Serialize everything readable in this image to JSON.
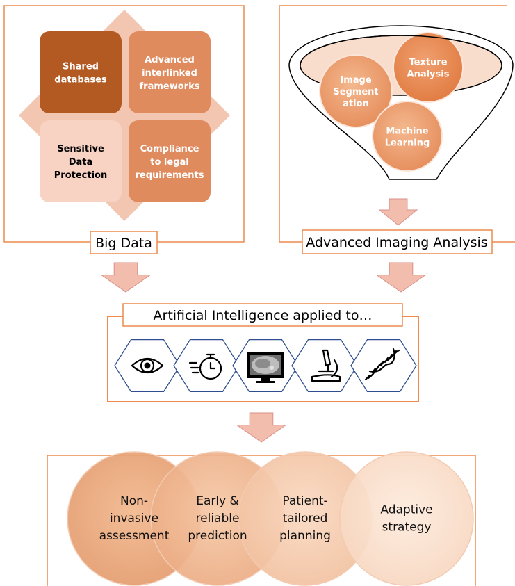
{
  "big_data": {
    "label": "Big Data",
    "tiles": [
      {
        "lines": [
          "Shared",
          "databases"
        ],
        "color": "#b35a22",
        "text_color": "#ffffff"
      },
      {
        "lines": [
          "Advanced",
          "interlinked",
          "frameworks"
        ],
        "color": "#e08b5e",
        "text_color": "#ffffff"
      },
      {
        "lines": [
          "Sensitive",
          "Data",
          "Protection"
        ],
        "color": "#f8d2c2",
        "text_color": "#000000"
      },
      {
        "lines": [
          "Compliance",
          "to legal",
          "requirements"
        ],
        "color": "#e08b5e",
        "text_color": "#ffffff"
      }
    ],
    "diamond_color": "#f2c6b0"
  },
  "imaging": {
    "label": "Advanced Imaging Analysis",
    "circles": [
      {
        "lines": [
          "Image",
          "Segment",
          "ation"
        ]
      },
      {
        "lines": [
          "Texture",
          "Analysis"
        ]
      },
      {
        "lines": [
          "Machine",
          "Learning"
        ]
      }
    ]
  },
  "ai": {
    "label": "Artificial Intelligence applied to…",
    "icons": [
      "eye-icon",
      "stopwatch-icon",
      "ct-scan-monitor-icon",
      "microscope-icon",
      "dna-icon"
    ]
  },
  "outcomes": [
    {
      "lines": [
        "Non-",
        "invasive",
        "assessment"
      ]
    },
    {
      "lines": [
        "Early &",
        "reliable",
        "prediction"
      ]
    },
    {
      "lines": [
        "Patient-",
        "tailored",
        "planning"
      ]
    },
    {
      "lines": [
        "Adaptive",
        "strategy"
      ]
    }
  ],
  "colors": {
    "accent": "#ee8a4c",
    "arrow_fill": "#f3bdad",
    "arrow_stroke": "#d9908a",
    "hexagon_stroke": "#2e4e8f"
  }
}
